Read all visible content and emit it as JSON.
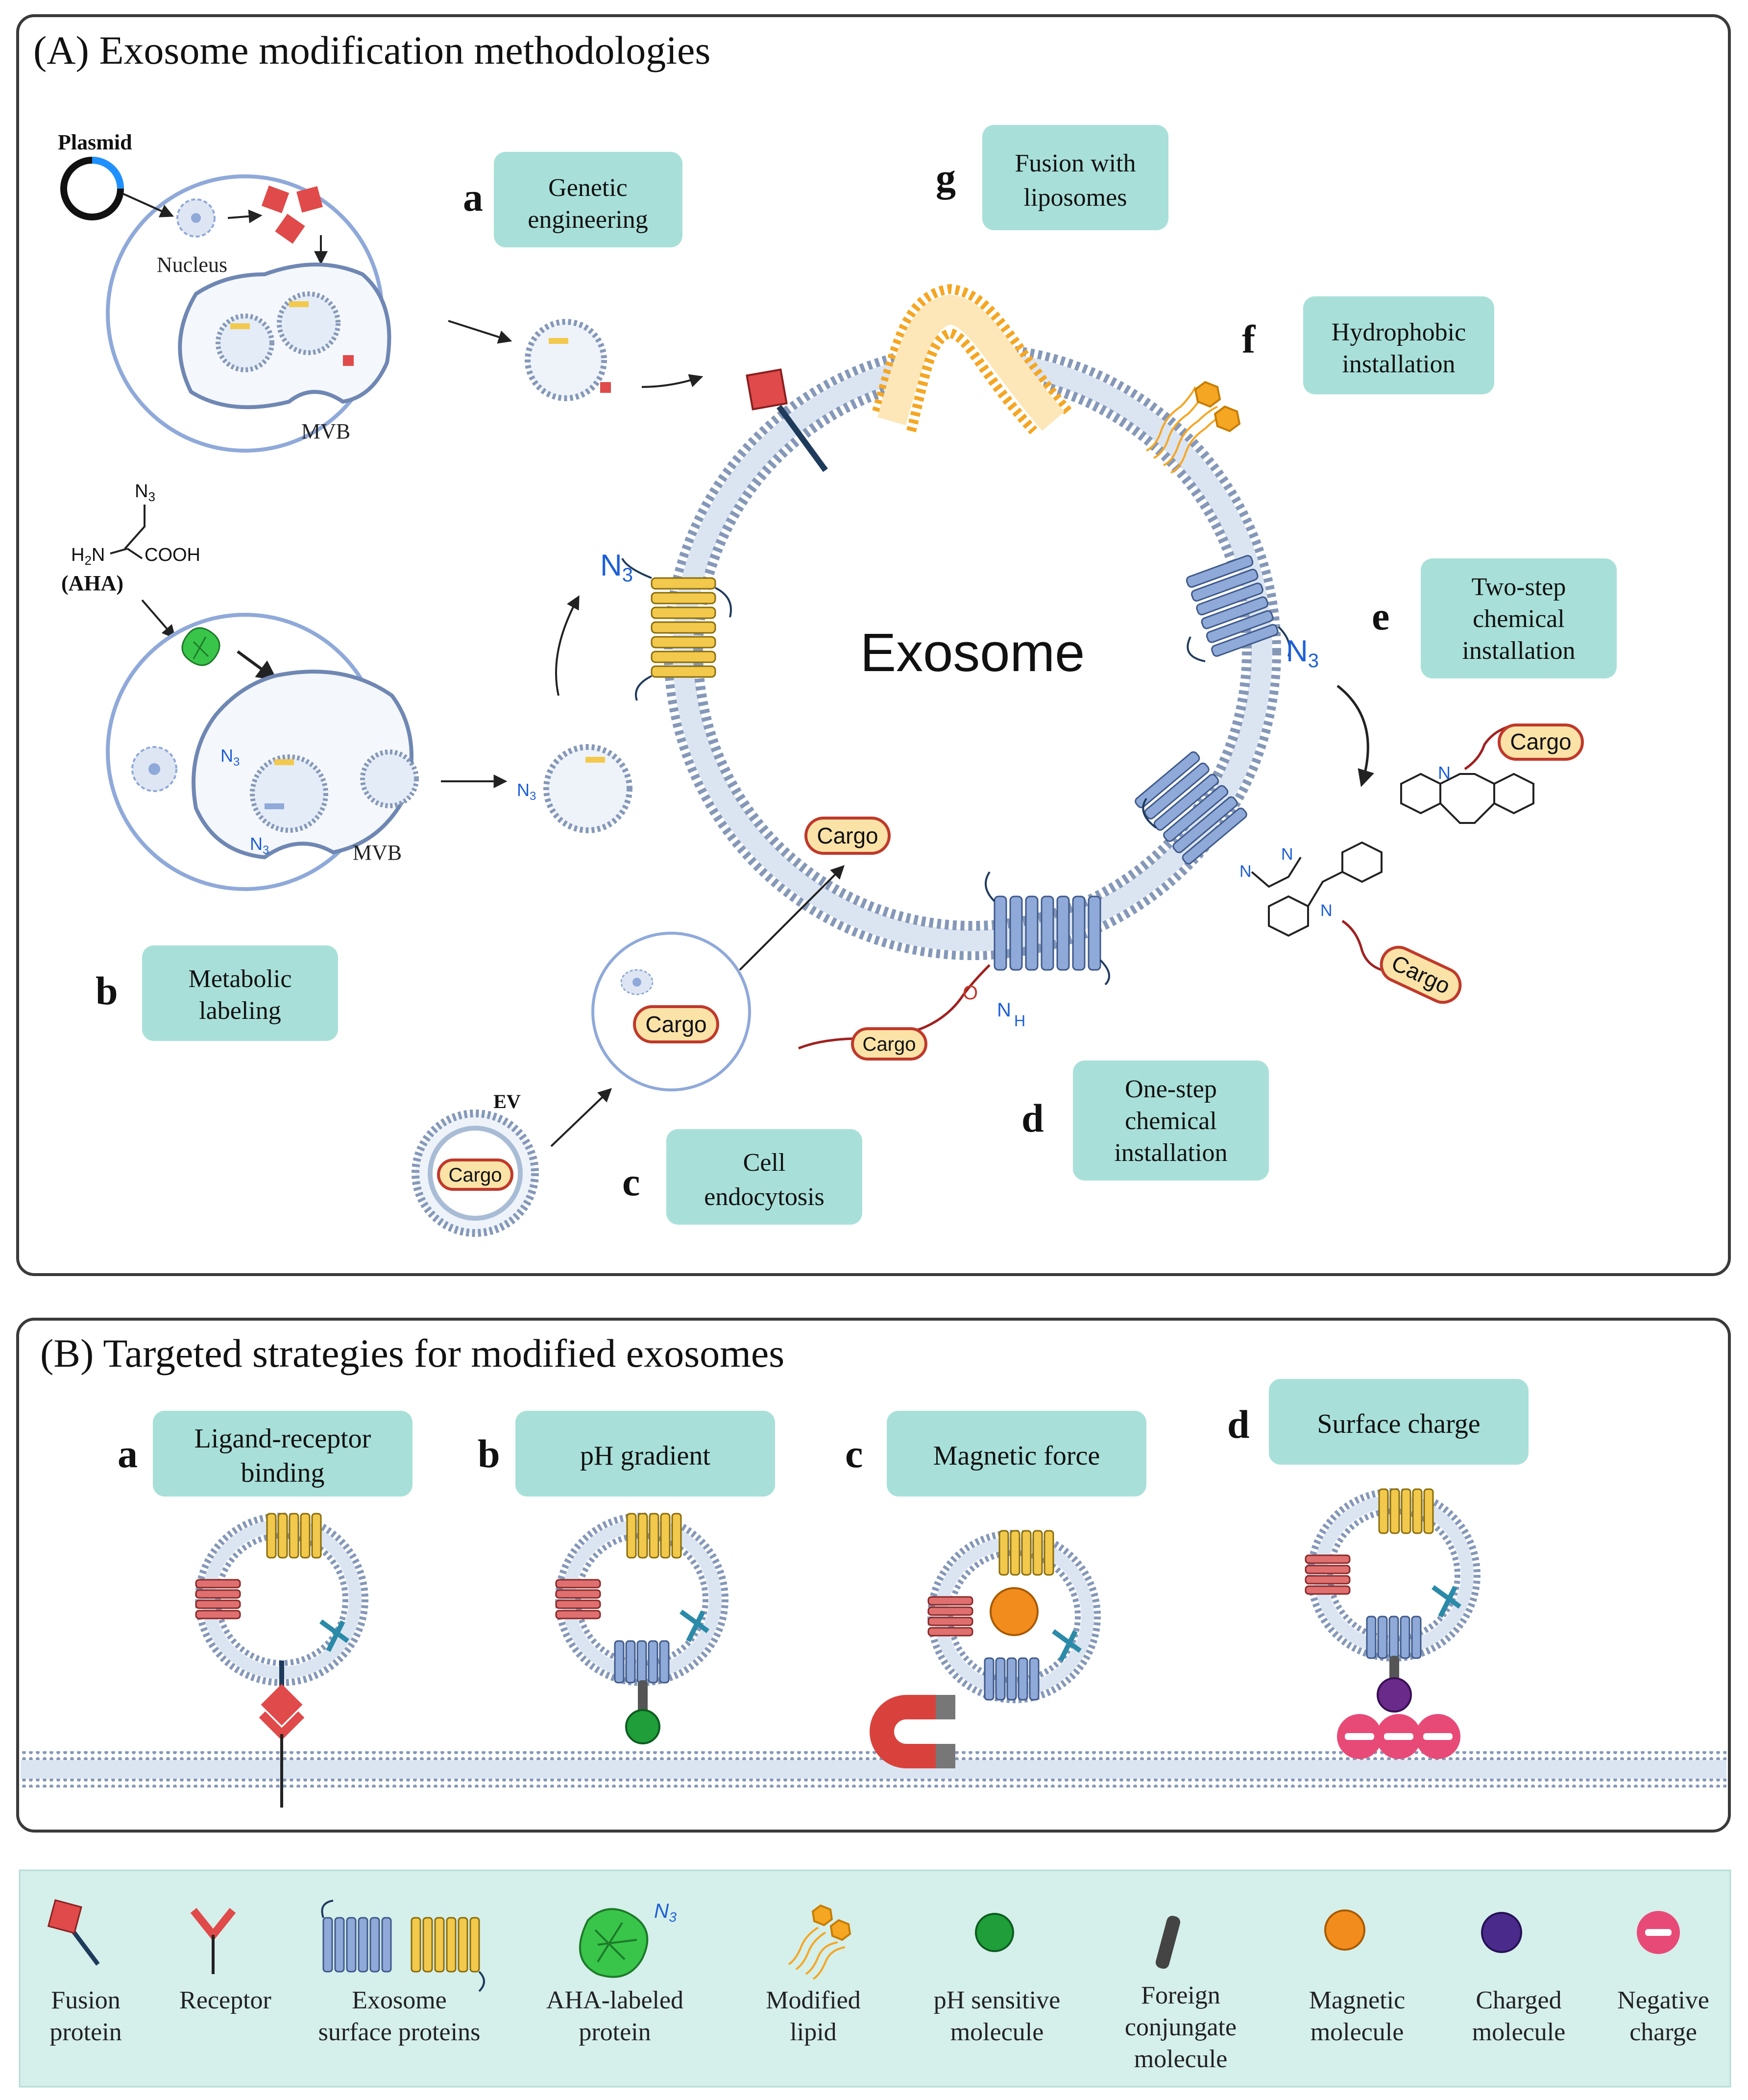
{
  "panel_a": {
    "title": "(A) Exosome modification methodologies",
    "center_label": "Exosome",
    "methods": [
      {
        "letter": "a",
        "label_lines": [
          "Genetic",
          "engineering"
        ]
      },
      {
        "letter": "b",
        "label_lines": [
          "Metabolic",
          "labeling"
        ]
      },
      {
        "letter": "c",
        "label_lines": [
          "Cell",
          "endocytosis"
        ]
      },
      {
        "letter": "d",
        "label_lines": [
          "One-step",
          "chemical",
          "installation"
        ]
      },
      {
        "letter": "e",
        "label_lines": [
          "Two-step",
          "chemical",
          "installation"
        ]
      },
      {
        "letter": "f",
        "label_lines": [
          "Hydrophobic",
          "installation"
        ]
      },
      {
        "letter": "g",
        "label_lines": [
          "Fusion with",
          "liposomes"
        ]
      }
    ],
    "labels": {
      "plasmid": "Plasmid",
      "nucleus": "Nucleus",
      "mvb": "MVB",
      "ev": "EV",
      "aha_abbrev": "(AHA)",
      "cargo": "Cargo",
      "n3_main": "N",
      "n3_sub": "3",
      "h2n": "H",
      "h2n_sub": "2",
      "h2n_n": "N",
      "cooh": "COOH",
      "n_atom": "N",
      "h_atom": "H",
      "o_atom": "O"
    }
  },
  "panel_b": {
    "title": "(B) Targeted strategies for modified exosomes",
    "strategies": [
      {
        "letter": "a",
        "label_lines": [
          "Ligand-receptor",
          "binding"
        ]
      },
      {
        "letter": "b",
        "label_lines": [
          "pH gradient"
        ]
      },
      {
        "letter": "c",
        "label_lines": [
          "Magnetic force"
        ]
      },
      {
        "letter": "d",
        "label_lines": [
          "Surface charge"
        ]
      }
    ]
  },
  "legend": {
    "items": [
      {
        "label_lines": [
          "Fusion",
          "protein"
        ],
        "icon": "fusion-protein-icon"
      },
      {
        "label_lines": [
          "Receptor"
        ],
        "icon": "receptor-icon"
      },
      {
        "label_lines": [
          "Exosome",
          "surface proteins"
        ],
        "icon": "surface-proteins-icon"
      },
      {
        "label_lines": [
          "AHA-labeled",
          "protein"
        ],
        "icon": "aha-protein-icon"
      },
      {
        "label_lines": [
          "Modified",
          "lipid"
        ],
        "icon": "modified-lipid-icon"
      },
      {
        "label_lines": [
          "pH sensitive",
          "molecule"
        ],
        "icon": "ph-molecule-icon"
      },
      {
        "label_lines": [
          "Foreign",
          "conjungate",
          "molecule"
        ],
        "icon": "conjugate-molecule-icon"
      },
      {
        "label_lines": [
          "Magnetic",
          "molecule"
        ],
        "icon": "magnetic-molecule-icon"
      },
      {
        "label_lines": [
          "Charged",
          "molecule"
        ],
        "icon": "charged-molecule-icon"
      },
      {
        "label_lines": [
          "Negative",
          "charge"
        ],
        "icon": "negative-charge-icon"
      }
    ]
  },
  "colors": {
    "frame": "#3a3a3a",
    "teal_box": "#a8e0d9",
    "membrane": "#a9bcd6",
    "membrane_dot": "#8598b8",
    "yellow_protein": "#f2c94c",
    "blue_protein": "#8fa9d9",
    "red_protein": "#e07070",
    "fusion_red": "#e04a4a",
    "orange_lipid": "#f5a623",
    "azide_blue": "#1e5fd6",
    "cargo_fill": "#fbe3a8",
    "cargo_border": "#c0392b",
    "legend_bg": "#d5efeb"
  }
}
